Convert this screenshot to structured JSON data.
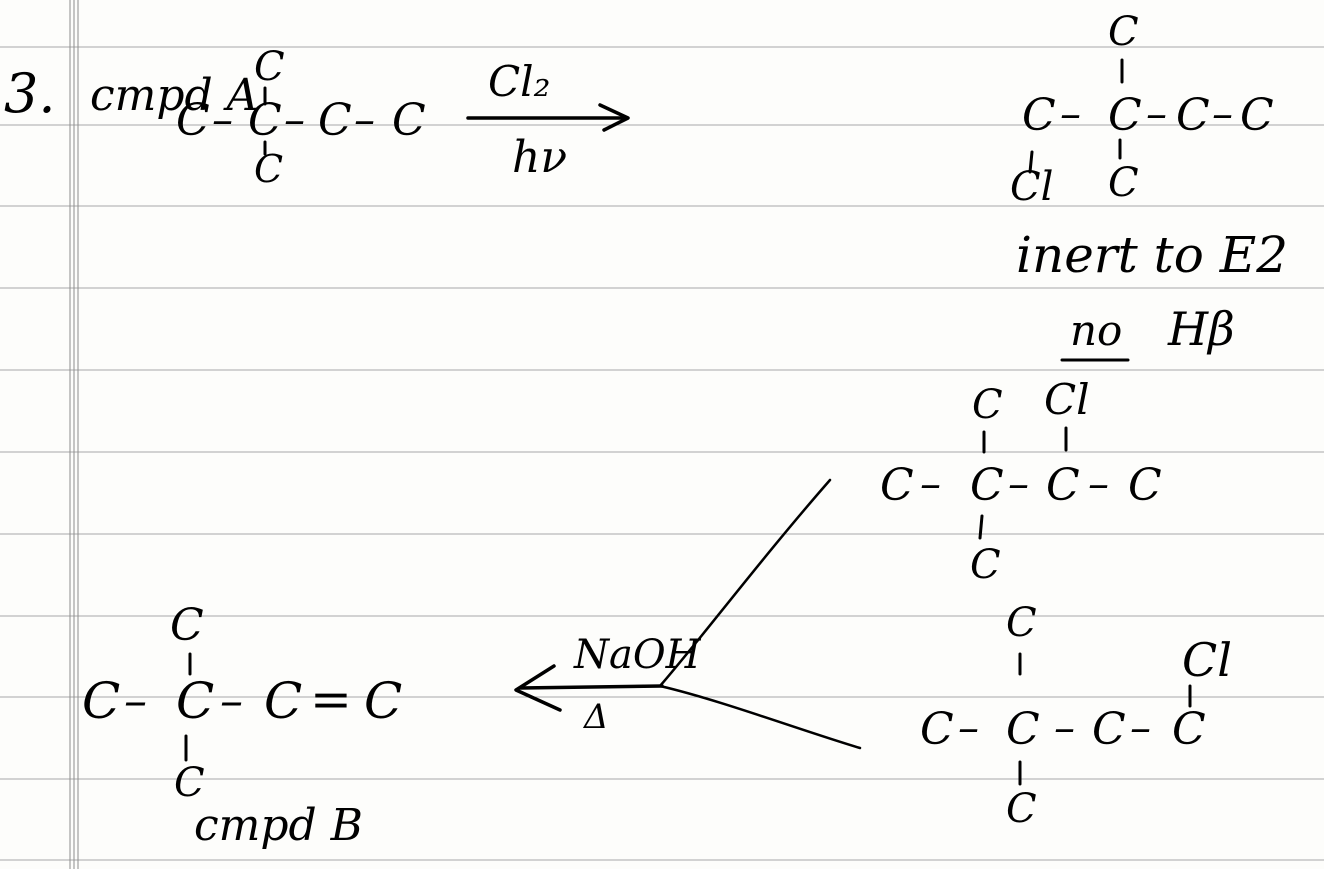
{
  "problem": {
    "number": "3.",
    "compound_a_label": "cmpd A",
    "compound_b_label": "cmpd B"
  },
  "reaction1": {
    "reagent_top": "Cl₂",
    "reagent_bottom": "hν"
  },
  "note": {
    "line1": "inert to E2",
    "line2_emph": "no",
    "line2_rest": "Hβ"
  },
  "reaction2": {
    "reagent_top": "NaOH",
    "reagent_bottom": "Δ"
  },
  "atoms": {
    "carbon": "C",
    "chlorine": "Cl",
    "single_bond": "–",
    "double_bond": "="
  }
}
